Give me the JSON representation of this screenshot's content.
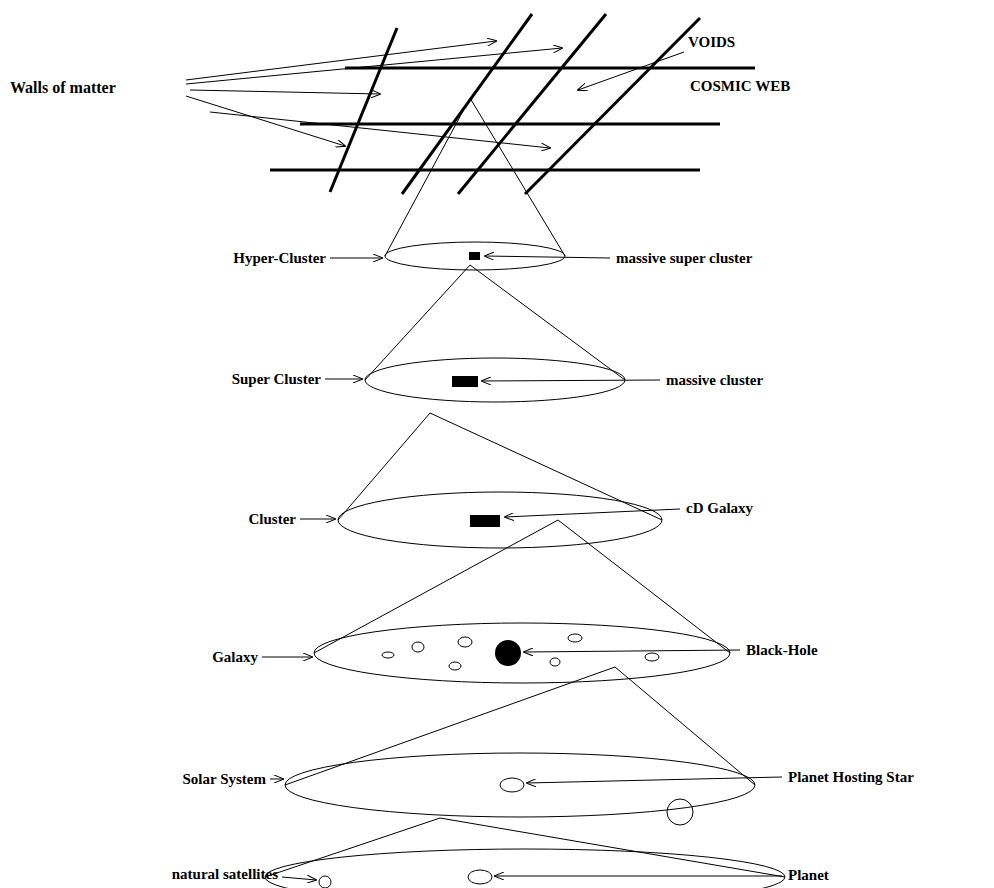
{
  "diagram": {
    "labels": [
      "Walls of matter",
      "VOIDS",
      "COSMIC WEB",
      "Hyper-Cluster",
      "massive super cluster",
      "Super Cluster",
      "massive cluster",
      "Cluster",
      "cD Galaxy",
      "Galaxy",
      "Black-Hole",
      "Solar System",
      "Planet Hosting Star",
      "natural satellites",
      "Planet"
    ]
  }
}
